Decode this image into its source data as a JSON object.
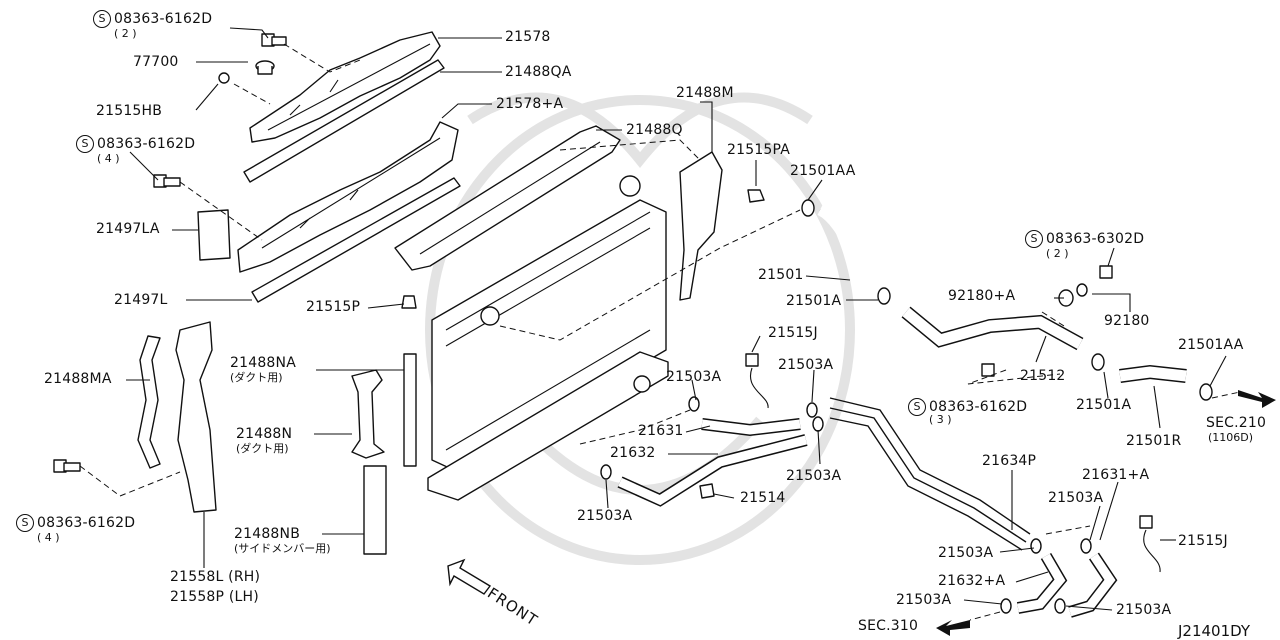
{
  "diagram_id": "J21401DY",
  "front_label": "FRONT",
  "bolt_symbol": "S",
  "labels": {
    "p_08363_6162D_top": "08363-6162D",
    "p_08363_6162D_top_qty": "( 2 )",
    "p_21578": "21578",
    "p_77700": "77700",
    "p_21488QA": "21488QA",
    "p_21515HB": "21515HB",
    "p_21578A": "21578+A",
    "p_21488M": "21488M",
    "p_21488Q": "21488Q",
    "p_08363_6162D_mid": "08363-6162D",
    "p_08363_6162D_mid_qty": "( 4 )",
    "p_21515PA": "21515PA",
    "p_21501AA_top": "21501AA",
    "p_08363_6302D": "08363-6302D",
    "p_08363_6302D_qty": "( 2 )",
    "p_21497LA": "21497LA",
    "p_21501": "21501",
    "p_92180A": "92180+A",
    "p_21497L": "21497L",
    "p_21515P": "21515P",
    "p_21501A_mid": "21501A",
    "p_92180": "92180",
    "p_21515J_mid": "21515J",
    "p_21501AA_right": "21501AA",
    "p_21488MA": "21488MA",
    "p_21488NA": "21488NA",
    "p_21488NA_sub": "(ダクト用)",
    "p_21503A_a": "21503A",
    "p_21503A_b": "21503A",
    "p_21512": "21512",
    "p_08363_6162D_right": "08363-6162D",
    "p_08363_6162D_right_qty": "( 3 )",
    "p_21501A_right": "21501A",
    "p_SEC210": "SEC.210",
    "p_SEC210_sub": "(1106D)",
    "p_21631": "21631",
    "p_21488N": "21488N",
    "p_21488N_sub": "(ダクト用)",
    "p_21501R": "21501R",
    "p_21632": "21632",
    "p_21503A_c": "21503A",
    "p_21634P": "21634P",
    "p_21631A": "21631+A",
    "p_21514": "21514",
    "p_21503A_d": "21503A",
    "p_21503A_e": "21503A",
    "p_08363_6162D_low": "08363-6162D",
    "p_08363_6162D_low_qty": "( 4 )",
    "p_21488NB": "21488NB",
    "p_21488NB_sub": "(サイドメンバー用)",
    "p_21515J_right": "21515J",
    "p_21503A_f": "21503A",
    "p_21632A": "21632+A",
    "p_21558L": "21558L (RH)",
    "p_21558P": "21558P (LH)",
    "p_21503A_g": "21503A",
    "p_21503A_h": "21503A",
    "p_SEC310": "SEC.310"
  }
}
